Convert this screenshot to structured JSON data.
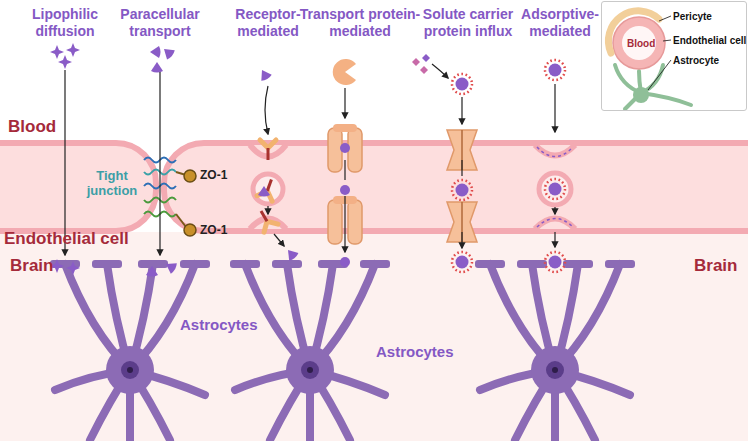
{
  "diagram": {
    "nodes": [
      {
        "text": [
          "Endothelial cell"
        ]
      },
      {
        "text": [
          "Pericyte",
          "Blood",
          "Endothelial cell",
          "Astrocyte"
        ]
      }
    ],
    "labels": [
      "Lipophilic diffusion",
      "Paracellular transport",
      "Receptor-mediated",
      "Transport protein-mediated",
      "Solute carrier protein influx",
      "Adsorptive-mediated",
      "Blood",
      "Tight junction",
      "ZO-1",
      "ZO-1",
      "Brain",
      "Astrocytes",
      "Astrocytes",
      "Brain"
    ]
  }
}
